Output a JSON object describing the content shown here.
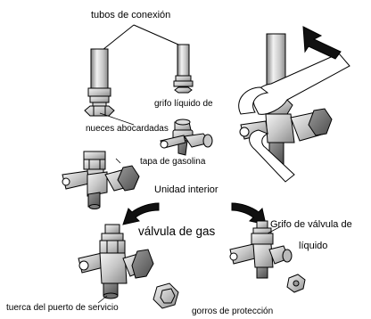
{
  "labels": {
    "tubos": "tubos de conexión",
    "grifo_liquido": "grifo líquido de",
    "nueces": "nueces abocardadas",
    "tapa": "tapa de gasolina",
    "unidad": "Unidad interior",
    "valvula_gas": "válvula de gas",
    "grifo_valvula": "Grifo de válvula de",
    "liquido": "líquido",
    "tuerca": "tuerca del puerto de servicio",
    "gorros": "gorros de protección"
  },
  "colors": {
    "ink": "#000000",
    "metal_light": "#e8e8e8",
    "metal_mid": "#bdbdbd",
    "metal_dark": "#8a8a8a"
  }
}
